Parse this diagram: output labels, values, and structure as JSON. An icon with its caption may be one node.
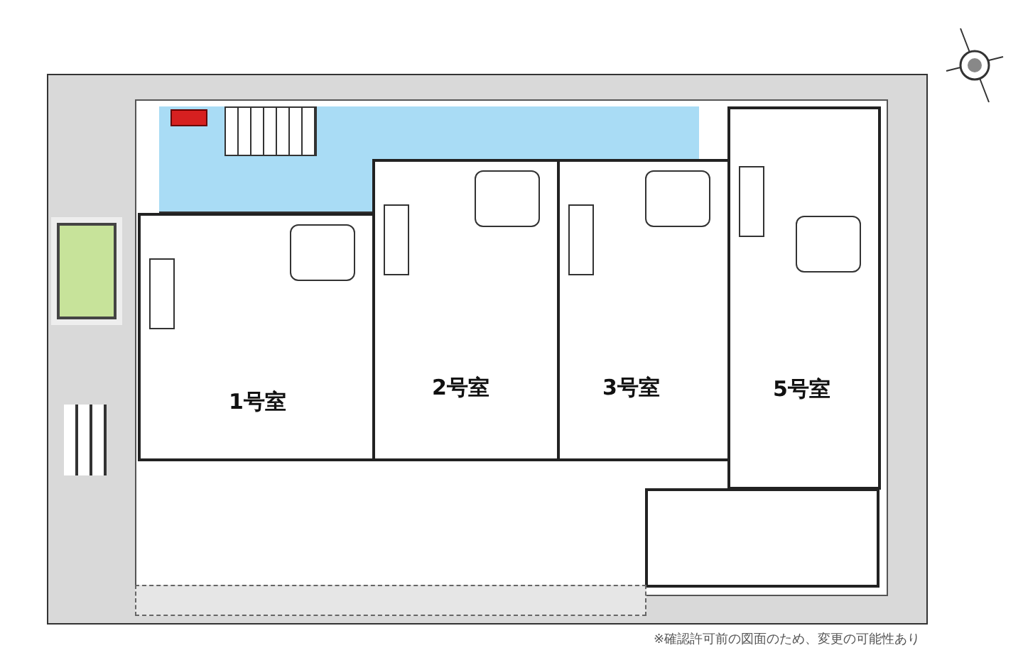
{
  "diagram": {
    "nodes": [
      {
        "text": [
          "1号室"
        ]
      },
      {
        "text": [
          "2号室"
        ]
      },
      {
        "text": [
          "3号室"
        ]
      },
      {
        "text": [
          "5号室"
        ]
      }
    ],
    "labels": [
      "※確認許可前の図面のため、変更の可能性あり"
    ]
  }
}
